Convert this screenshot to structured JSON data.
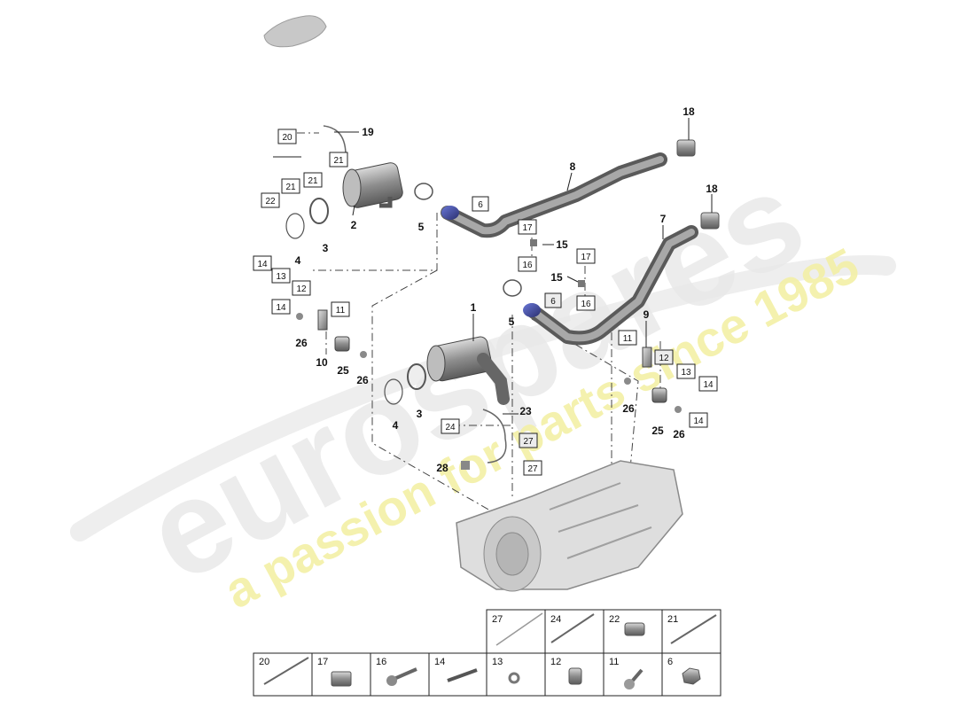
{
  "watermark": {
    "brand": "eurospares",
    "tagline": "a passion for parts since 1985"
  },
  "callouts": [
    "1",
    "2",
    "3",
    "3",
    "4",
    "4",
    "5",
    "5",
    "7",
    "8",
    "9",
    "10",
    "15",
    "15",
    "18",
    "18",
    "19",
    "23",
    "25",
    "25",
    "26",
    "26",
    "26",
    "26",
    "28"
  ],
  "boxed_refs": [
    "6",
    "6",
    "11",
    "11",
    "12",
    "12",
    "13",
    "13",
    "14",
    "14",
    "14",
    "14",
    "14",
    "16",
    "16",
    "17",
    "17",
    "20",
    "21",
    "21",
    "21",
    "22",
    "24",
    "27",
    "27"
  ],
  "parts_table": {
    "top_row": [
      "27",
      "24",
      "22",
      "21"
    ],
    "bottom_row": [
      "20",
      "17",
      "16",
      "14",
      "13",
      "12",
      "11",
      "6"
    ]
  },
  "colors": {
    "watermark_gray": "#e6e6e6",
    "watermark_yellow": "#f3f0a6",
    "part_gray": "#8a8a8a"
  }
}
